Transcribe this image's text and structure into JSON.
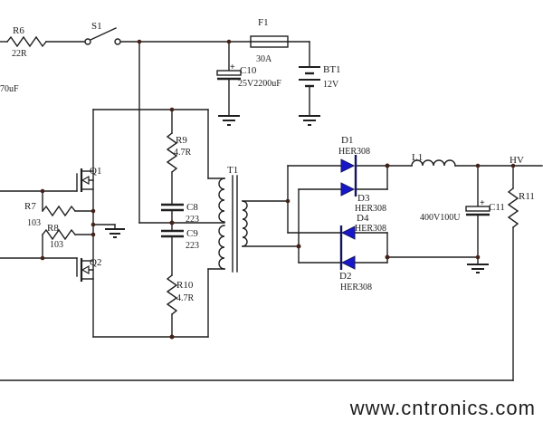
{
  "components": {
    "r6": {
      "ref": "R6",
      "value": "22R"
    },
    "s1": {
      "ref": "S1"
    },
    "f1": {
      "ref": "F1",
      "value": "30A"
    },
    "c10": {
      "ref": "C10",
      "value": "25V2200uF",
      "polarity": "+"
    },
    "bt1": {
      "ref": "BT1",
      "value": "12V"
    },
    "edge_cap": {
      "value": "70uF"
    },
    "q1": {
      "ref": "Q1"
    },
    "q2": {
      "ref": "Q2"
    },
    "r7": {
      "ref": "R7",
      "value": "103"
    },
    "r8": {
      "ref": "R8",
      "value": "103"
    },
    "r9": {
      "ref": "R9",
      "value": "4.7R"
    },
    "r10": {
      "ref": "R10",
      "value": "4.7R"
    },
    "c8": {
      "ref": "C8",
      "value": "223"
    },
    "c9": {
      "ref": "C9",
      "value": "223"
    },
    "t1": {
      "ref": "T1"
    },
    "d1": {
      "ref": "D1",
      "value": "HER308"
    },
    "d2": {
      "ref": "D2",
      "value": "HER308"
    },
    "d3": {
      "ref": "D3",
      "value": "HER308"
    },
    "d4": {
      "ref": "D4",
      "value": "HER308"
    },
    "l1": {
      "ref": "L1"
    },
    "c11": {
      "ref": "C11",
      "value": "400V100U",
      "polarity": "+"
    },
    "r11": {
      "ref": "R11"
    },
    "hv_net": {
      "ref": "HV"
    }
  },
  "watermark": {
    "text": "www.cntronics.com",
    "color": "#b7dbb7"
  },
  "colors": {
    "wire": "#1f1f1f",
    "label": "#1c1c1c",
    "diode_fill": "#1717c9",
    "diode_bar": "#14145e",
    "junction_dot": "#42231a",
    "background": "#ffffff"
  }
}
